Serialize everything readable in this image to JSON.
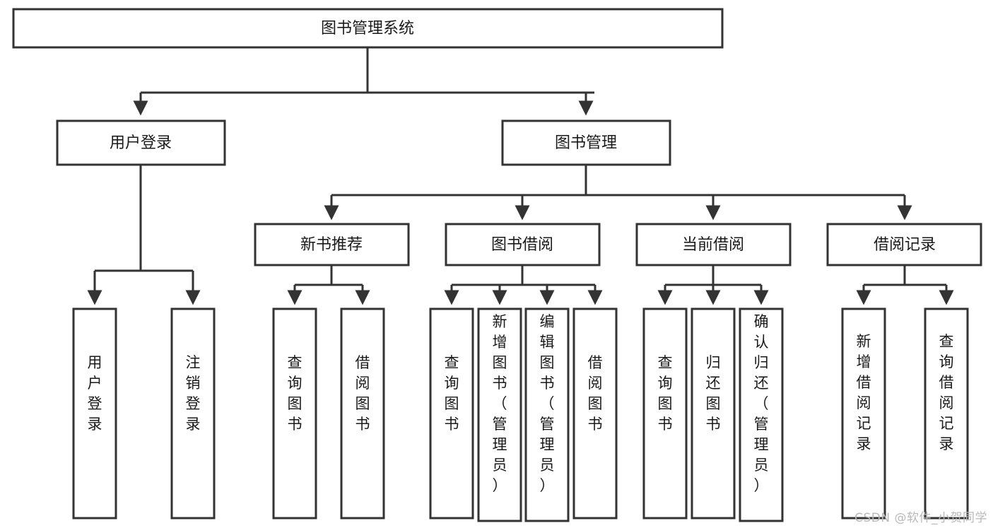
{
  "diagram": {
    "title": "图书管理系统",
    "type": "tree-hierarchy",
    "watermark": "CSDN @软件_小贺同学",
    "colors": {
      "box_stroke": "#333333",
      "box_fill": "#ffffff",
      "text": "#1a1a1a",
      "watermark": "#b9b9b9"
    },
    "nodes": {
      "root": {
        "label": "图书管理系统",
        "orientation": "horizontal"
      },
      "level2": [
        {
          "label": "用户登录",
          "orientation": "horizontal"
        },
        {
          "label": "图书管理",
          "orientation": "horizontal"
        }
      ],
      "level3": [
        {
          "label": "新书推荐",
          "orientation": "horizontal"
        },
        {
          "label": "图书借阅",
          "orientation": "horizontal"
        },
        {
          "label": "当前借阅",
          "orientation": "horizontal"
        },
        {
          "label": "借阅记录",
          "orientation": "horizontal"
        }
      ],
      "leaves": {
        "user_login": [
          {
            "label": "用户登录",
            "orientation": "vertical"
          },
          {
            "label": "注销登录",
            "orientation": "vertical"
          }
        ],
        "new_book_recommend": [
          {
            "label": "查询图书",
            "orientation": "vertical"
          },
          {
            "label": "借阅图书",
            "orientation": "vertical"
          }
        ],
        "book_borrow": [
          {
            "label": "查询图书",
            "orientation": "vertical"
          },
          {
            "label": "新增图书（管理员）",
            "orientation": "vertical"
          },
          {
            "label": "编辑图书（管理员）",
            "orientation": "vertical"
          },
          {
            "label": "借阅图书",
            "orientation": "vertical"
          }
        ],
        "current_borrow": [
          {
            "label": "查询图书",
            "orientation": "vertical"
          },
          {
            "label": "归还图书",
            "orientation": "vertical"
          },
          {
            "label": "确认归还（管理员）",
            "orientation": "vertical"
          }
        ],
        "borrow_record": [
          {
            "label": "新增借阅记录",
            "orientation": "vertical"
          },
          {
            "label": "查询借阅记录",
            "orientation": "vertical"
          }
        ]
      }
    }
  }
}
